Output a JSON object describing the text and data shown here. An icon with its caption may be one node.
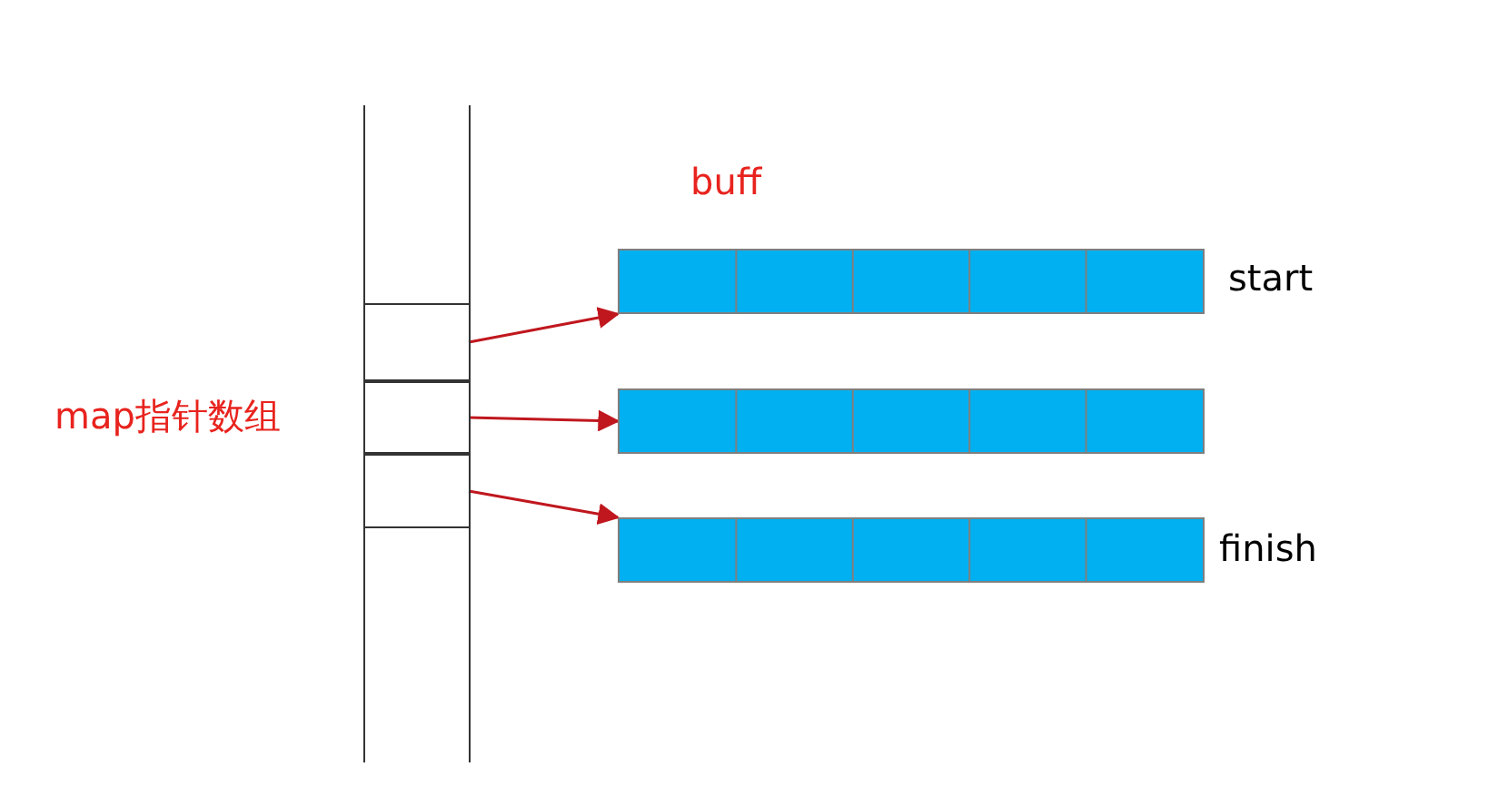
{
  "diagram": {
    "nodes": [
      {
        "text": [],
        "shape": "box",
        "beside": [
          "map指针数组"
        ]
      },
      {
        "text": [],
        "shape": "box",
        "in": 0
      },
      {
        "text": [],
        "shape": "box",
        "in": 0
      },
      {
        "text": [],
        "shape": "box",
        "in": 0
      },
      {
        "text": [],
        "shape": "bar",
        "beside": [
          "start"
        ]
      },
      {
        "text": [],
        "shape": "bar"
      },
      {
        "text": [],
        "shape": "bar",
        "beside": [
          "finish"
        ]
      }
    ],
    "edges": [
      {
        "from": 1,
        "to": 4,
        "arrow": "to"
      },
      {
        "from": 2,
        "to": 5,
        "arrow": "to"
      },
      {
        "from": 3,
        "to": 6,
        "arrow": "to"
      }
    ],
    "labels": [
      "buff"
    ]
  }
}
